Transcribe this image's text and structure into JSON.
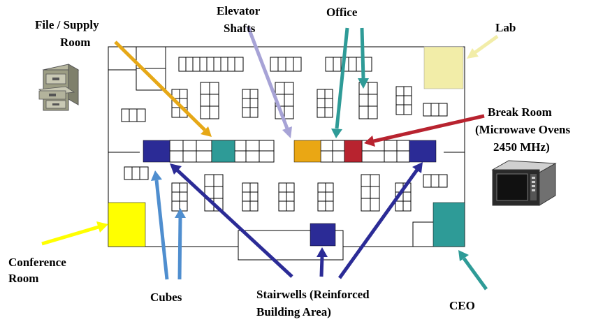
{
  "labels": {
    "file_supply_line1": "File / Supply",
    "file_supply_line2": "Room",
    "elevator_line1": "Elevator",
    "elevator_line2": "Shafts",
    "office": "Office",
    "lab": "Lab",
    "break_line1": "Break Room",
    "break_line2": "(Microwave Ovens",
    "break_line3": "2450 MHz)",
    "conference_line1": "Conference",
    "conference_line2": "Room",
    "cubes": "Cubes",
    "stairwells_line1": "Stairwells (Reinforced",
    "stairwells_line2": "Building Area)",
    "ceo": "CEO"
  },
  "icons": {
    "file_cabinet": "file-cabinet-icon",
    "microwave": "microwave-icon"
  },
  "colors": {
    "file_supply": "#e6a817",
    "elevator": "#a7a3d6",
    "office": "#2e9b97",
    "lab": "#f2eda8",
    "break_room": "#b8232f",
    "stairwell": "#2b2b96",
    "conference": "#ffff00",
    "cubes": "#4f8ecf",
    "ceo": "#2e9b97",
    "elevator_block": "#eaa714"
  }
}
